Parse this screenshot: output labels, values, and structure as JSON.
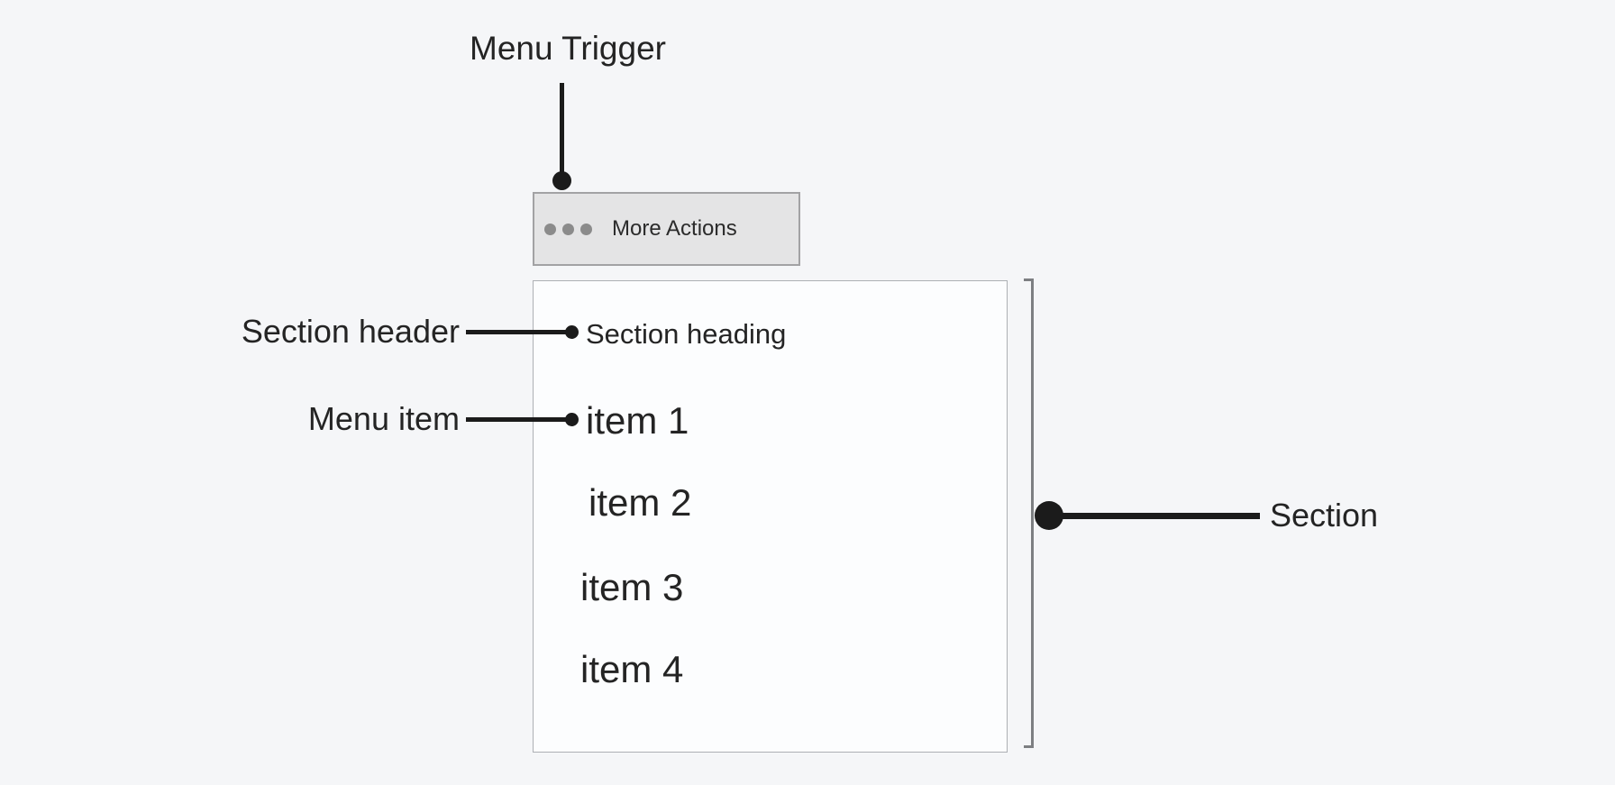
{
  "annotations": {
    "menu_trigger": {
      "label": "Menu Trigger"
    },
    "section_header": {
      "label": "Section header"
    },
    "menu_item": {
      "label": "Menu item"
    },
    "section": {
      "label": "Section"
    }
  },
  "trigger_button": {
    "label": "More Actions",
    "icon": "ellipsis-icon"
  },
  "menu": {
    "section_heading": "Section heading",
    "items": [
      {
        "label": "item 1"
      },
      {
        "label": "item 2"
      },
      {
        "label": "item 3"
      },
      {
        "label": "item 4"
      }
    ]
  },
  "colors": {
    "page_bg": "#f5f6f8",
    "ink": "#242424",
    "annotation_ink": "#1b1b1b",
    "button_bg": "#e4e4e5",
    "button_border": "#a2a2a4",
    "dots_gray": "#8b8b8b",
    "panel_bg": "#fcfdfe",
    "panel_border": "#adb0b4",
    "bracket_gray": "#7d7f82"
  }
}
